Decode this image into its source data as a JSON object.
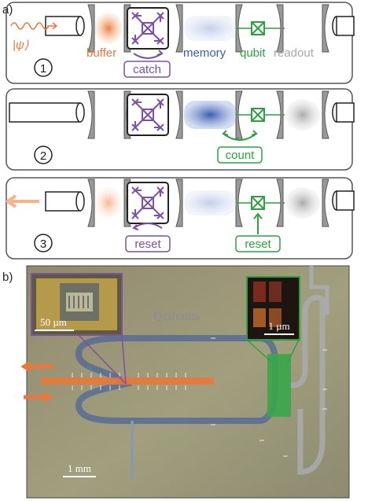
{
  "panel_a": {
    "tag": "a)",
    "input_state": "|ψ⟩",
    "labels": {
      "buffer": "buffer",
      "memory": "memory",
      "qubit": "qubit",
      "readout": "readout"
    },
    "steps": [
      {
        "number": "1",
        "action": "catch"
      },
      {
        "number": "2",
        "action": "count"
      },
      {
        "number": "3",
        "action": "reset",
        "action2": "reset"
      }
    ]
  },
  "panel_b": {
    "tag": "b)",
    "watermark": "Qcircuits",
    "scale_bars": {
      "main": "1 mm",
      "inset_left": "50 µm",
      "inset_right": "1 µm"
    }
  },
  "colors": {
    "buffer": "#e8793a",
    "memory": "#3a5bb0",
    "qubit": "#2ea043",
    "readout": "#a8a8a8",
    "snail": "#7d4fa6"
  }
}
